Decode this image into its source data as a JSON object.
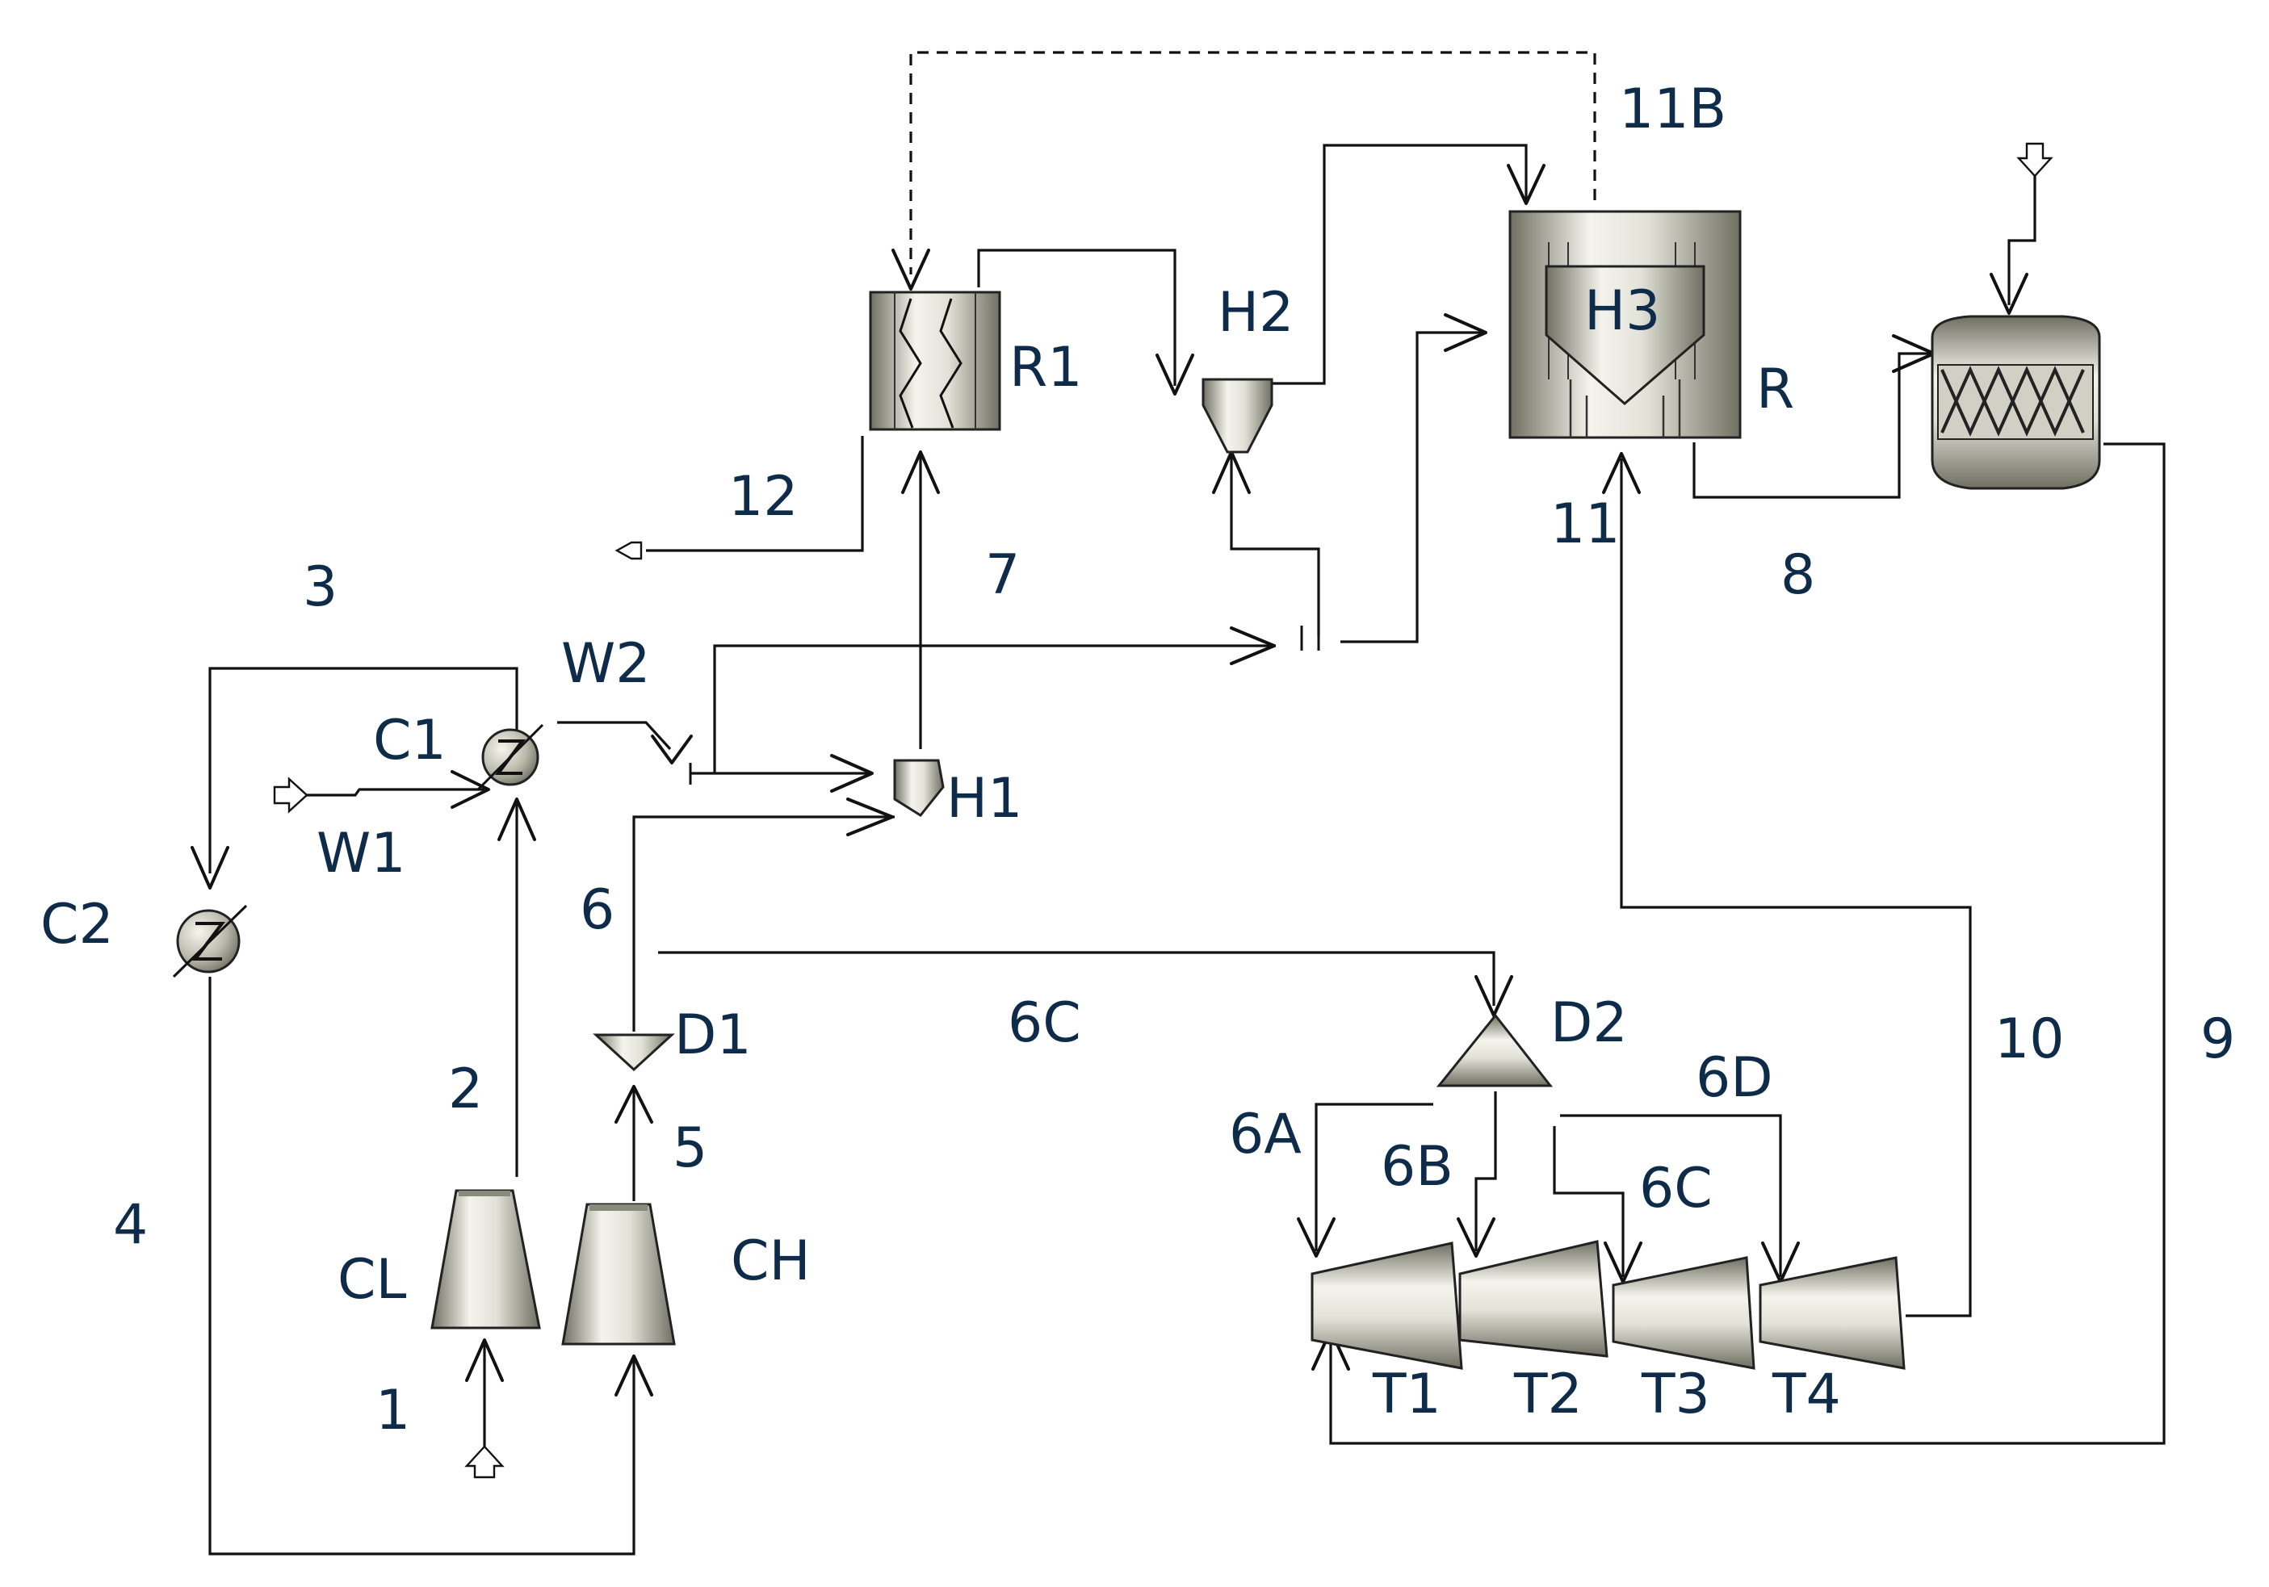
{
  "diagram": {
    "type": "process flow diagram",
    "colors": {
      "stream": "#111111",
      "label": "#0e2c4a",
      "equipment_light": "#f4f4ec",
      "equipment_dark": "#6f6f62"
    },
    "equipment": {
      "R1": "R1",
      "H2": "H2",
      "H3": "H3",
      "R": "R",
      "C1": "C1",
      "C2": "C2",
      "W1": "W1",
      "W2": "W2",
      "H1": "H1",
      "D1": "D1",
      "D2": "D2",
      "CL": "CL",
      "CH": "CH",
      "T1": "T1",
      "T2": "T2",
      "T3": "T3",
      "T4": "T4"
    },
    "streams": {
      "s1": "1",
      "s2": "2",
      "s3": "3",
      "s4": "4",
      "s5": "5",
      "s6": "6",
      "s6C_top": "6C",
      "s6A": "6A",
      "s6B": "6B",
      "s6C_bottom": "6C",
      "s6D": "6D",
      "s7": "7",
      "s8": "8",
      "s9": "9",
      "s10": "10",
      "s11": "11",
      "s11B": "11B",
      "s12": "12"
    },
    "icons": [
      "heat-exchanger-icon",
      "cooler-icon",
      "compressor-icon",
      "turbine-icon",
      "splitter-icon",
      "mixer-icon",
      "reactor-icon",
      "feed-arrow-icon"
    ]
  }
}
